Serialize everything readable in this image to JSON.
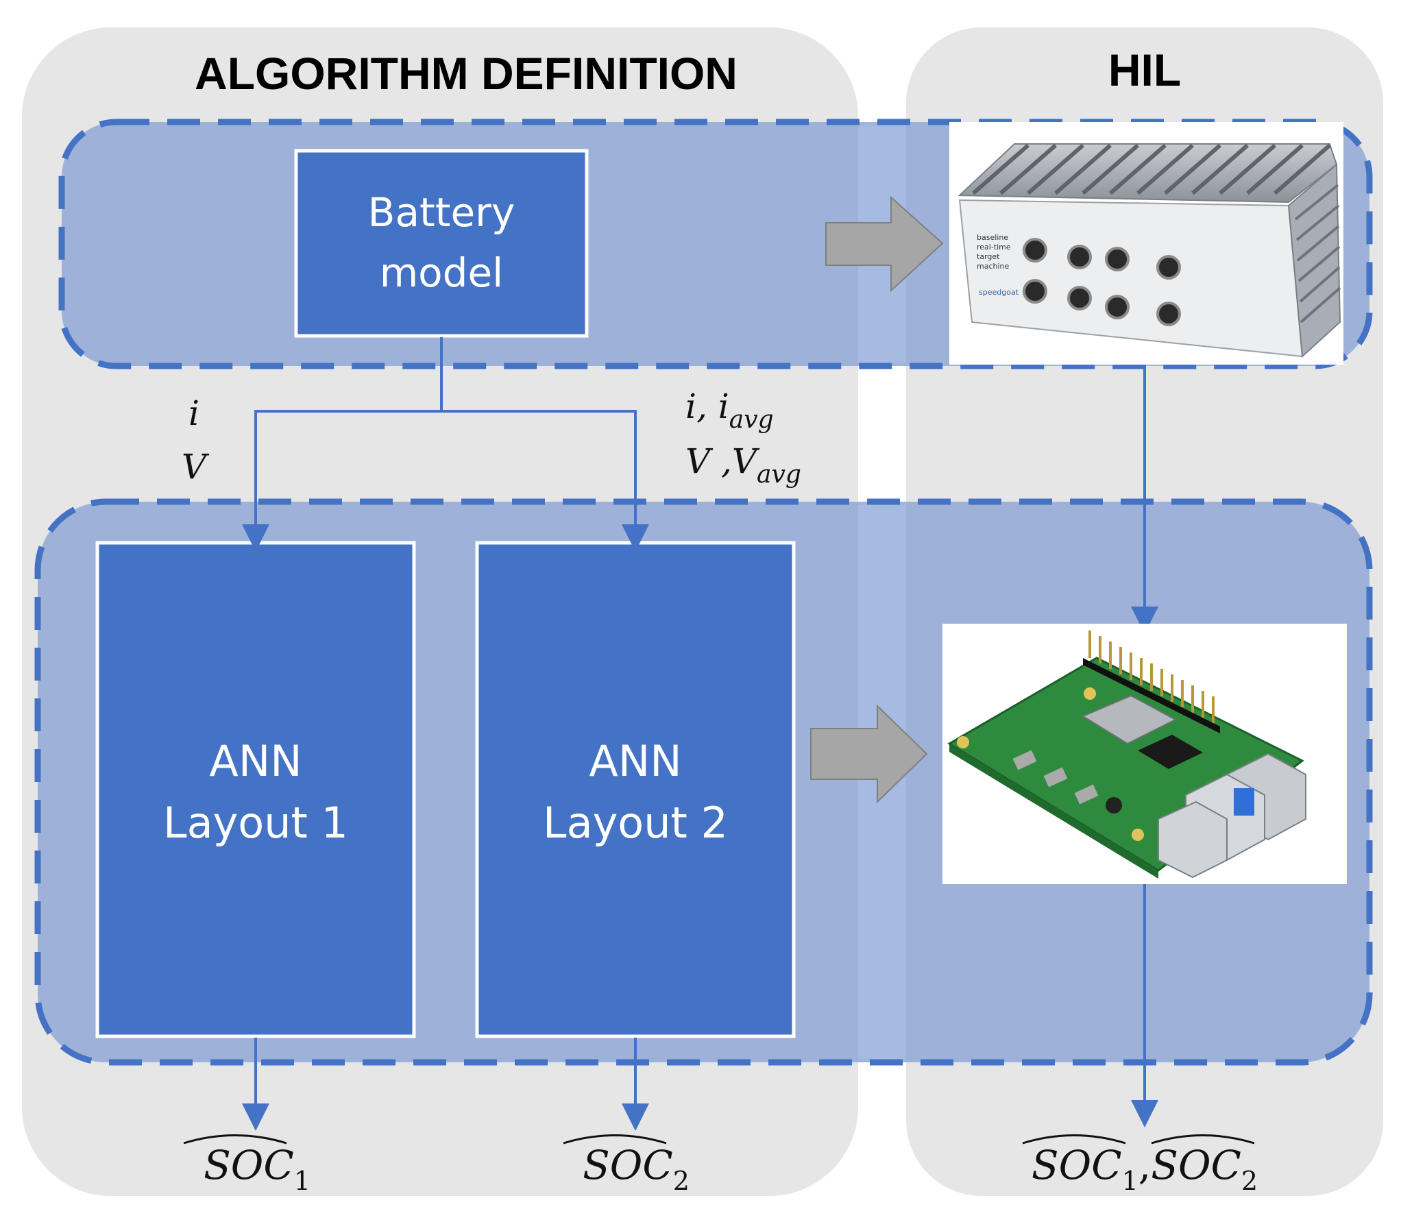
{
  "sections": {
    "algorithm_title": "ALGORITHM DEFINITION",
    "hil_title": "HIL"
  },
  "blocks": {
    "battery_line1": "Battery",
    "battery_line2": "model",
    "ann1_line1": "ANN",
    "ann1_line2": "Layout 1",
    "ann2_line1": "ANN",
    "ann2_line2": "Layout 2"
  },
  "signals": {
    "left_i": "i",
    "left_v": "V",
    "right_i": "i, i",
    "right_i_sub": "avg",
    "right_v": "V ,V",
    "right_v_sub": "avg"
  },
  "outputs": {
    "soc": "SOC",
    "soc1_sub": "1",
    "soc2_sub": "2",
    "separator": ","
  },
  "hardware": {
    "rt_target_text": [
      "baseline",
      "real-time",
      "target",
      "machine"
    ],
    "rt_target_brand": "speedgoat"
  },
  "colors": {
    "background_panel": "#e6e6e6",
    "band_fill": "#8fa7d6",
    "dash_border": "#4472c4",
    "block_fill": "#4472c4",
    "arrow_gray": "#a6a6a6"
  }
}
